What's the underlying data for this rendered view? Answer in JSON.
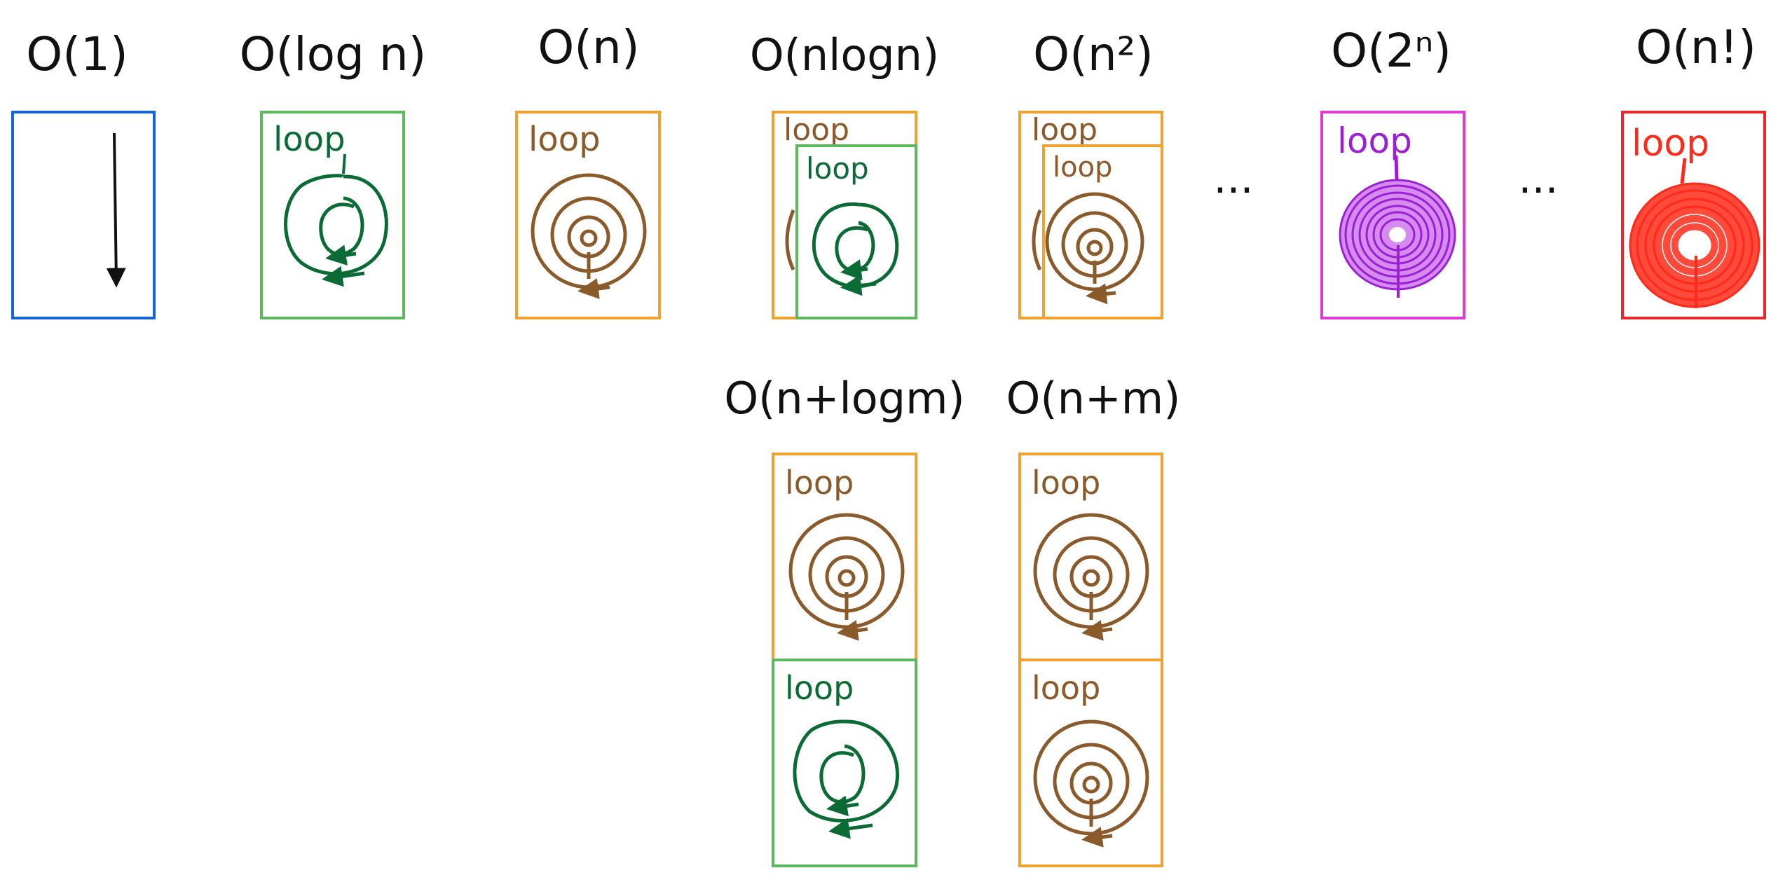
{
  "colors": {
    "blue": "#1565d8",
    "green": "#5cb85c",
    "dark_green": "#0b6b35",
    "orange": "#f2a12e",
    "brown": "#8b5a2b",
    "magenta": "#e03ad6",
    "purple": "#9b1fd6",
    "red": "#e8262b",
    "bright_red": "#ff2a1a",
    "ink": "#111111"
  },
  "top_row": [
    {
      "id": "o1",
      "title": "O(1)",
      "kind": "arrow",
      "frame": "blue"
    },
    {
      "id": "ologn",
      "title": "O(log n)",
      "kind": "log",
      "frame": "green",
      "loop_label": "loop"
    },
    {
      "id": "on",
      "title": "O(n)",
      "kind": "linear",
      "frame": "orange",
      "loop_label": "loop"
    },
    {
      "id": "onlogn",
      "title": "O(nlogn)",
      "kind": "nested-log",
      "frame": "orange",
      "loop_label": "loop",
      "inner_label": "loop"
    },
    {
      "id": "on2",
      "title": "O(n²)",
      "kind": "nested-linear",
      "frame": "orange",
      "loop_label": "loop",
      "inner_label": "loop"
    },
    {
      "id": "o2n",
      "title": "O(2ⁿ)",
      "kind": "dense",
      "frame": "magenta",
      "loop_label": "loop",
      "color": "purple"
    },
    {
      "id": "ofact",
      "title": "O(n!)",
      "kind": "dense",
      "frame": "red",
      "loop_label": "loop",
      "color": "bright_red"
    }
  ],
  "ellipses": [
    "...",
    "..."
  ],
  "bottom_row": [
    {
      "id": "onlogm",
      "title": "O(n+logm)",
      "top_label": "loop",
      "bottom_label": "loop",
      "top_kind": "linear",
      "bottom_kind": "log"
    },
    {
      "id": "onm",
      "title": "O(n+m)",
      "top_label": "loop",
      "bottom_label": "loop",
      "top_kind": "linear",
      "bottom_kind": "linear"
    }
  ]
}
